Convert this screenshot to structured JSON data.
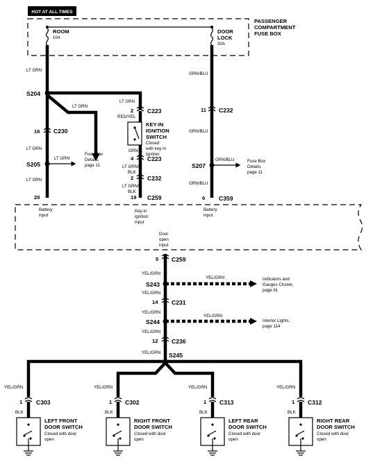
{
  "header": {
    "hot_label": "HOT AT ALL TIMES"
  },
  "fuse_box": {
    "title_line1": "PASSENGER",
    "title_line2": "COMPARTMENT",
    "title_line3": "FUSE BOX",
    "fuse_room": {
      "name": "ROOM",
      "rating": "10A"
    },
    "fuse_door_lock": {
      "name_line1": "DOOR",
      "name_line2": "LOCK",
      "rating": "30A"
    }
  },
  "wires": {
    "lt_grn": "LT GRN",
    "grn_blu": "GRN/BLU",
    "red_yel": "RED/YEL",
    "grn": "GRN",
    "lt_grn_blk_1": "LT GRN/",
    "lt_grn_blk_2": "BLK",
    "yel_grn": "YEL/GRN",
    "blk": "BLK"
  },
  "splices": {
    "s204": "S204",
    "s205": "S205",
    "s207": "S207",
    "s243": "S243",
    "s244": "S244",
    "s245": "S245"
  },
  "connectors": {
    "c230": "C230",
    "c223": "C223",
    "c232": "C232",
    "c259": "C259",
    "c359": "C359",
    "c231": "C231",
    "c236": "C236",
    "c303": "C303",
    "c302": "C302",
    "c313": "C313",
    "c312": "C312"
  },
  "pins": {
    "p16": "16",
    "p20": "20",
    "p2": "2",
    "p4": "4",
    "p19": "19",
    "p11": "11",
    "p6": "6",
    "p5": "5",
    "p14": "14",
    "p12": "12",
    "p1": "1"
  },
  "fuse_box_details": {
    "line1": "Fuse Box",
    "line2": "Details,",
    "line3": "page 11"
  },
  "key_in_switch": {
    "title1": "KEY-IN",
    "title2": "IGNITION",
    "title3": "SWITCH",
    "desc1": "Closed",
    "desc2": "with key in",
    "desc3": "ignition"
  },
  "module_inputs": {
    "battery1": "Battery",
    "battery2": "input",
    "keyin1": "Key-in",
    "keyin2": "ignition",
    "keyin3": "input",
    "door1": "Door",
    "door2": "open",
    "door3": "input"
  },
  "branches": {
    "indicators1": "Indicators and",
    "indicators2": "Gauges Cluster,",
    "indicators3": "page 81",
    "interior1": "Interior Lights,",
    "interior2": "page 114"
  },
  "door_switches": [
    {
      "title1": "LEFT FRONT",
      "title2": "DOOR SWITCH"
    },
    {
      "title1": "RIGHT FRONT",
      "title2": "DOOR SWITCH"
    },
    {
      "title1": "LEFT REAR",
      "title2": "DOOR SWITCH"
    },
    {
      "title1": "RIGHT REAR",
      "title2": "DOOR SWITCH"
    }
  ],
  "door_switch_desc": {
    "line1": "Closed with door",
    "line2": "open"
  }
}
